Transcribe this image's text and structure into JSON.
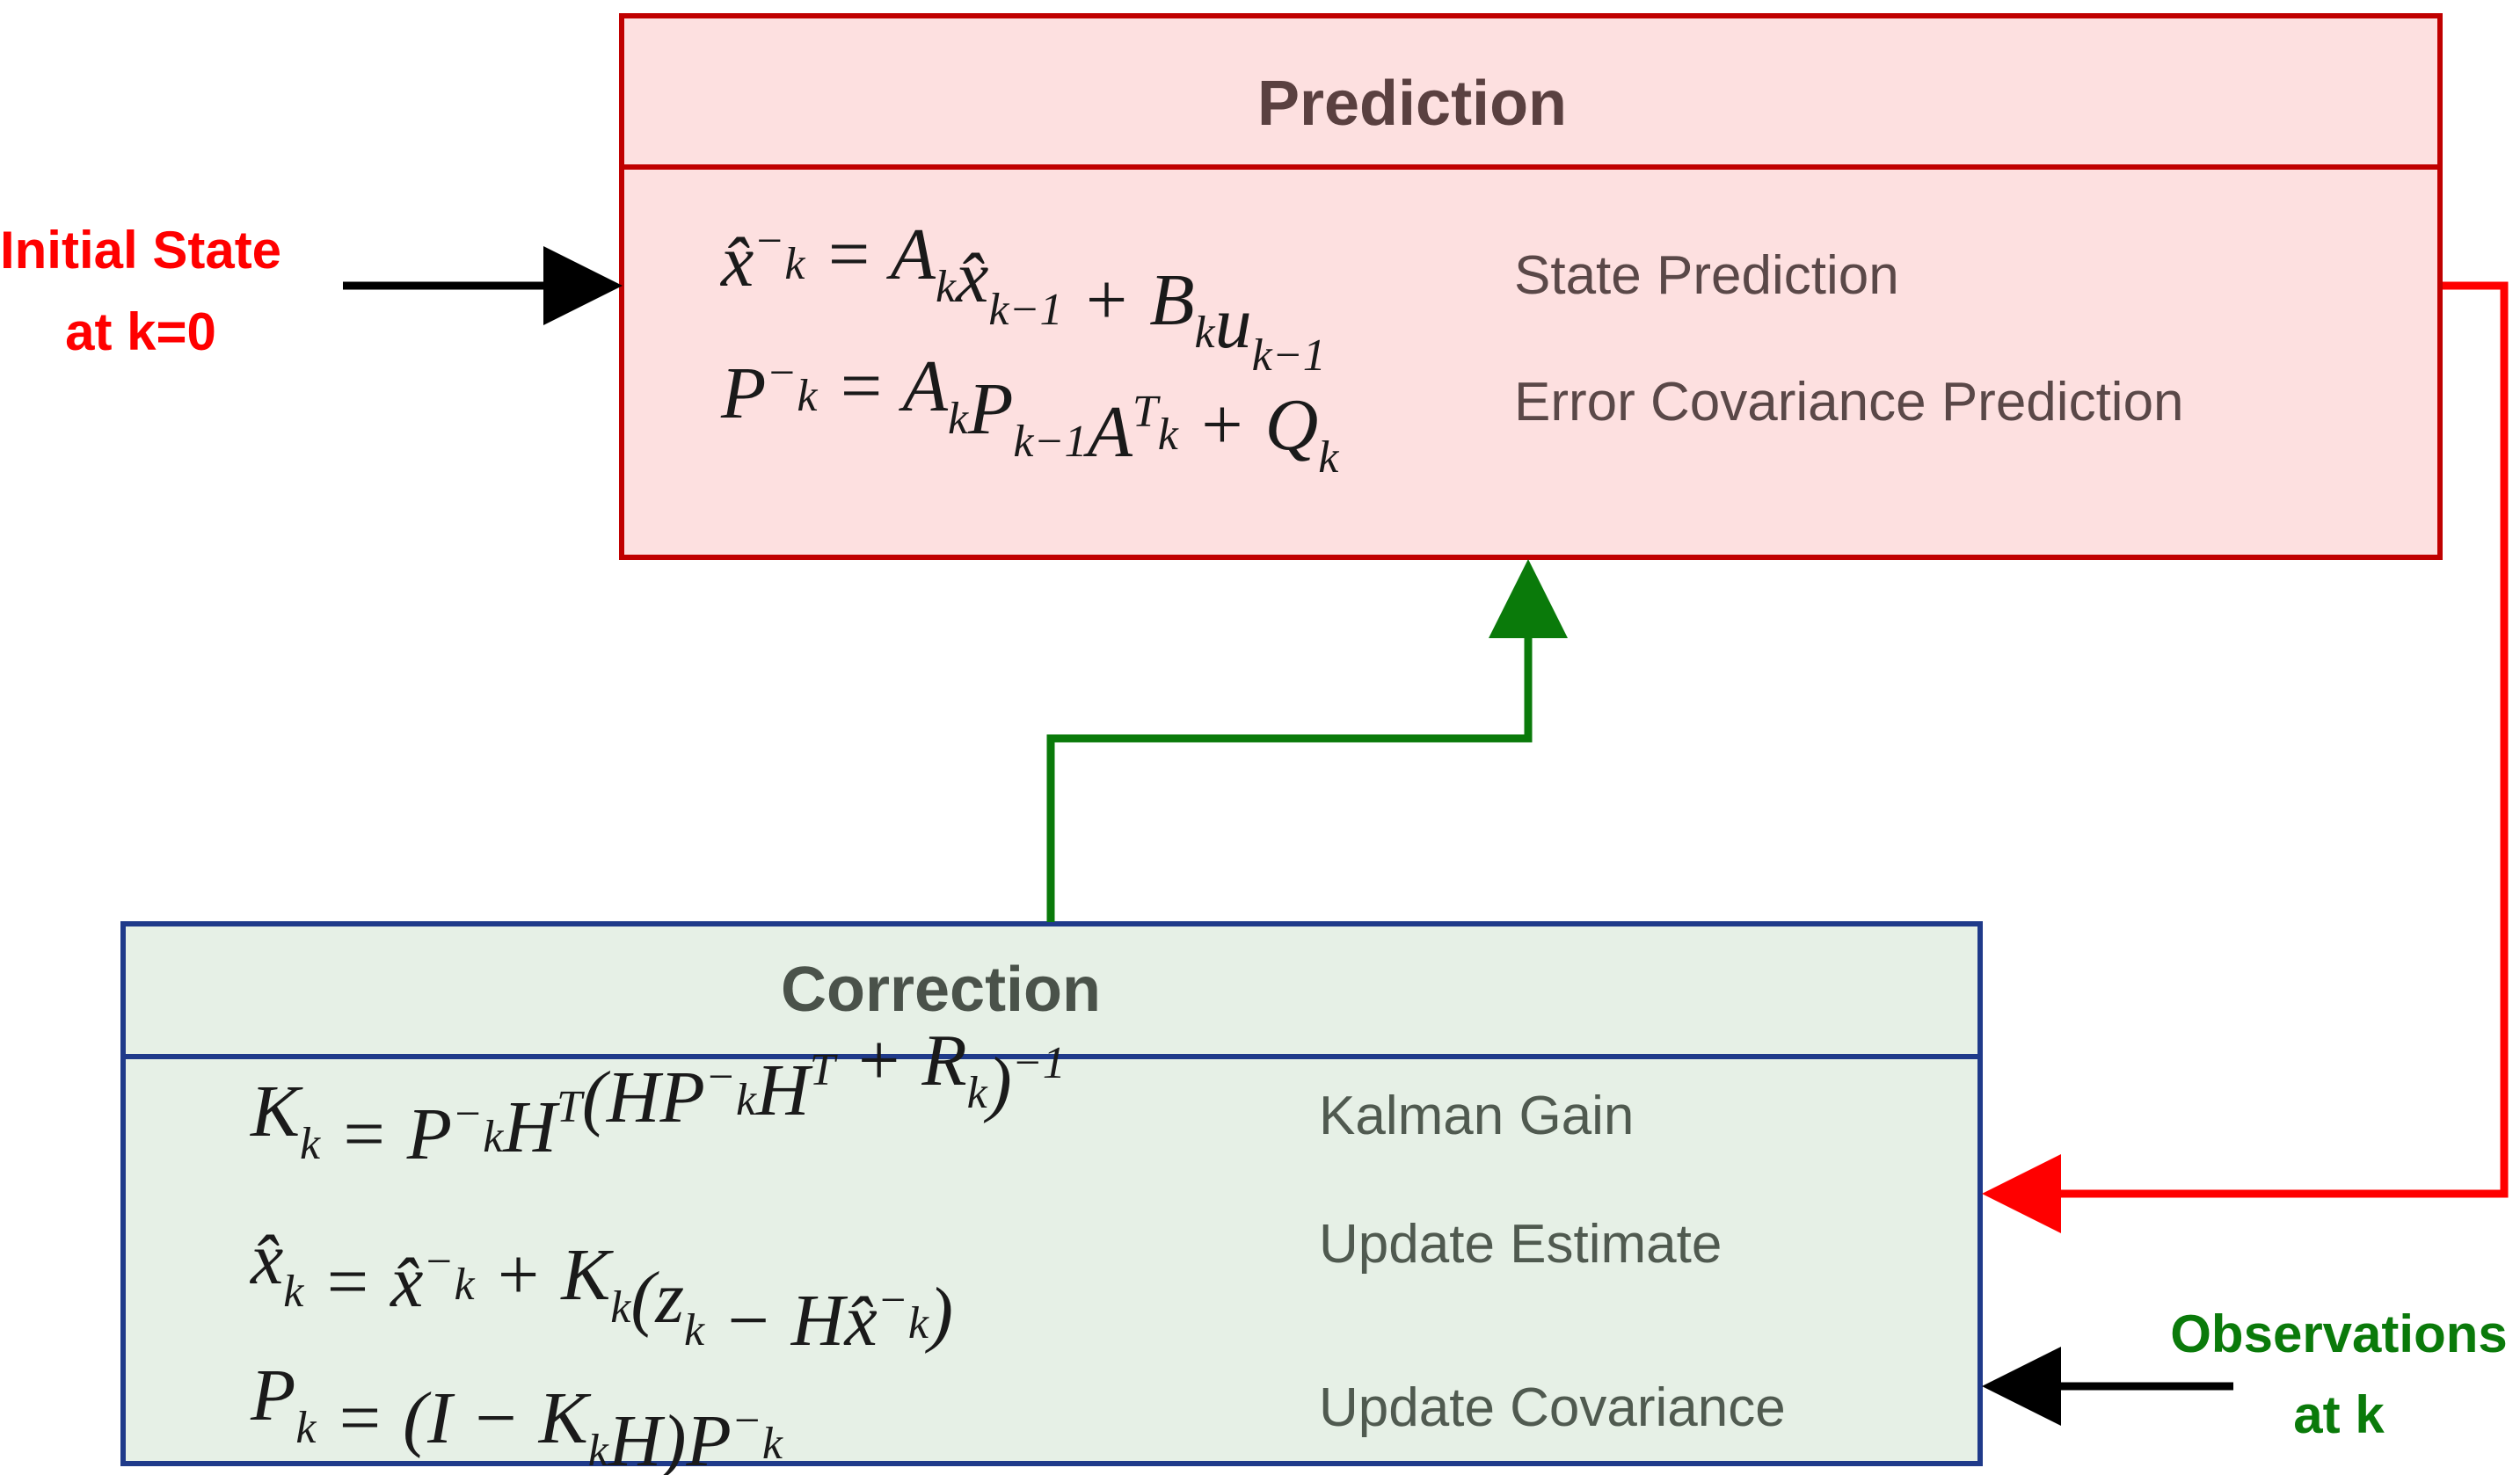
{
  "prediction": {
    "title": "Prediction",
    "equations": [
      {
        "lhs": "x̂",
        "lhs_sup": "−",
        "lhs_sub": "k",
        "rhs": [
          {
            "t": " = A"
          },
          {
            "sub": "k"
          },
          {
            "t": "x̂"
          },
          {
            "sub": "k−1"
          },
          {
            "t": " + B"
          },
          {
            "sub": "k"
          },
          {
            "t": "u"
          },
          {
            "sub": "k−1"
          }
        ],
        "description": "State Prediction"
      },
      {
        "lhs": "P",
        "lhs_sup": "−",
        "lhs_sub": "k",
        "rhs": [
          {
            "t": " = A"
          },
          {
            "sub": "k"
          },
          {
            "t": "P"
          },
          {
            "sub": "k−1"
          },
          {
            "t": "A"
          },
          {
            "sup": "T"
          },
          {
            "sub": "k"
          },
          {
            "t": " + Q"
          },
          {
            "sub": "k"
          }
        ],
        "description": "Error Covariance Prediction"
      }
    ],
    "header_fill": "#fde0e0",
    "border_color": "#c00000",
    "title_color": "#5a4040"
  },
  "correction": {
    "title": "Correction",
    "equations": [
      {
        "lhs": "K",
        "lhs_sup": "",
        "lhs_sub": "k",
        "rhs": [
          {
            "t": " = P"
          },
          {
            "sup": "−"
          },
          {
            "sub": "k"
          },
          {
            "t": "H"
          },
          {
            "sup": "T"
          },
          {
            "t": "(HP"
          },
          {
            "sup": "−"
          },
          {
            "sub": "k"
          },
          {
            "t": "H"
          },
          {
            "sup": "T"
          },
          {
            "t": " + R"
          },
          {
            "sub": "k"
          },
          {
            "t": ")"
          },
          {
            "sup": "−1"
          }
        ],
        "description": "Kalman Gain"
      },
      {
        "lhs": "x̂",
        "lhs_sup": "",
        "lhs_sub": "k",
        "rhs": [
          {
            "t": " = x̂"
          },
          {
            "sup": "−"
          },
          {
            "sub": "k"
          },
          {
            "t": " + K"
          },
          {
            "sub": "k"
          },
          {
            "t": "(z"
          },
          {
            "sub": "k"
          },
          {
            "t": " − Hx̂"
          },
          {
            "sup": "−"
          },
          {
            "sub": "k"
          },
          {
            "t": ")"
          }
        ],
        "description": "Update Estimate"
      },
      {
        "lhs": "P",
        "lhs_sup": "",
        "lhs_sub": "k",
        "rhs": [
          {
            "t": " = (I − K"
          },
          {
            "sub": "k"
          },
          {
            "t": "H)P"
          },
          {
            "sup": "−"
          },
          {
            "sub": "k"
          }
        ],
        "description": "Update Covariance"
      }
    ],
    "header_fill": "#e6f0e6",
    "border_color": "#1f3a8a",
    "title_color": "#4a524a"
  },
  "inputs": {
    "initial_state": {
      "line1": "Initial State",
      "line2": "at k=0",
      "color": "#ff0000"
    },
    "observations": {
      "line1": "Observations",
      "line2": "at k",
      "color": "#0a7a0a"
    }
  },
  "arrow_colors": {
    "feedback_to_correction": "#ff0000",
    "feedback_to_prediction": "#0a7a0a",
    "input": "#000000"
  }
}
